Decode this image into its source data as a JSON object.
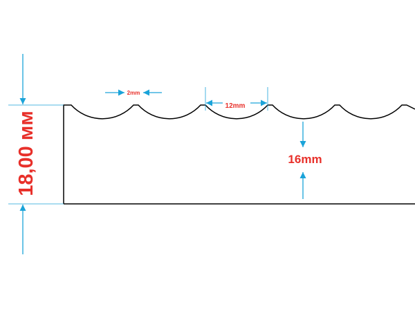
{
  "dimensions": {
    "total_height": "18,00 мм",
    "gap": "2mm",
    "scallop_width": "12mm",
    "body_height": "16mm"
  },
  "colors": {
    "outline": "#000000",
    "arrow": "#1aa3d9",
    "text": "#e8302a",
    "background": "#ffffff"
  }
}
